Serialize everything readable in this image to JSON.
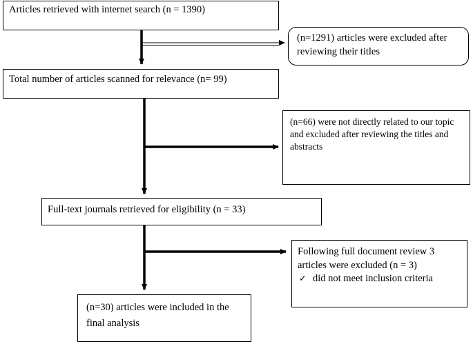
{
  "boxes": {
    "retrieved": "Articles retrieved with internet search (n = 1390)",
    "excluded_titles": "(n=1291) articles were excluded after reviewing their titles",
    "scanned": "Total number of articles scanned for relevance (n= 99)",
    "excluded_abstracts": "(n=66) were not directly related to our topic and excluded after reviewing the titles and abstracts",
    "fulltext": "Full-text journals retrieved for eligibility (n = 33)",
    "excluded_fulltext_line1": "Following full document review 3 articles were excluded (n = 3)",
    "excluded_fulltext_reason": "did not meet inclusion criteria",
    "included": "(n=30) articles were included in the final analysis"
  },
  "icons": {
    "reason_marker": "check-icon"
  }
}
